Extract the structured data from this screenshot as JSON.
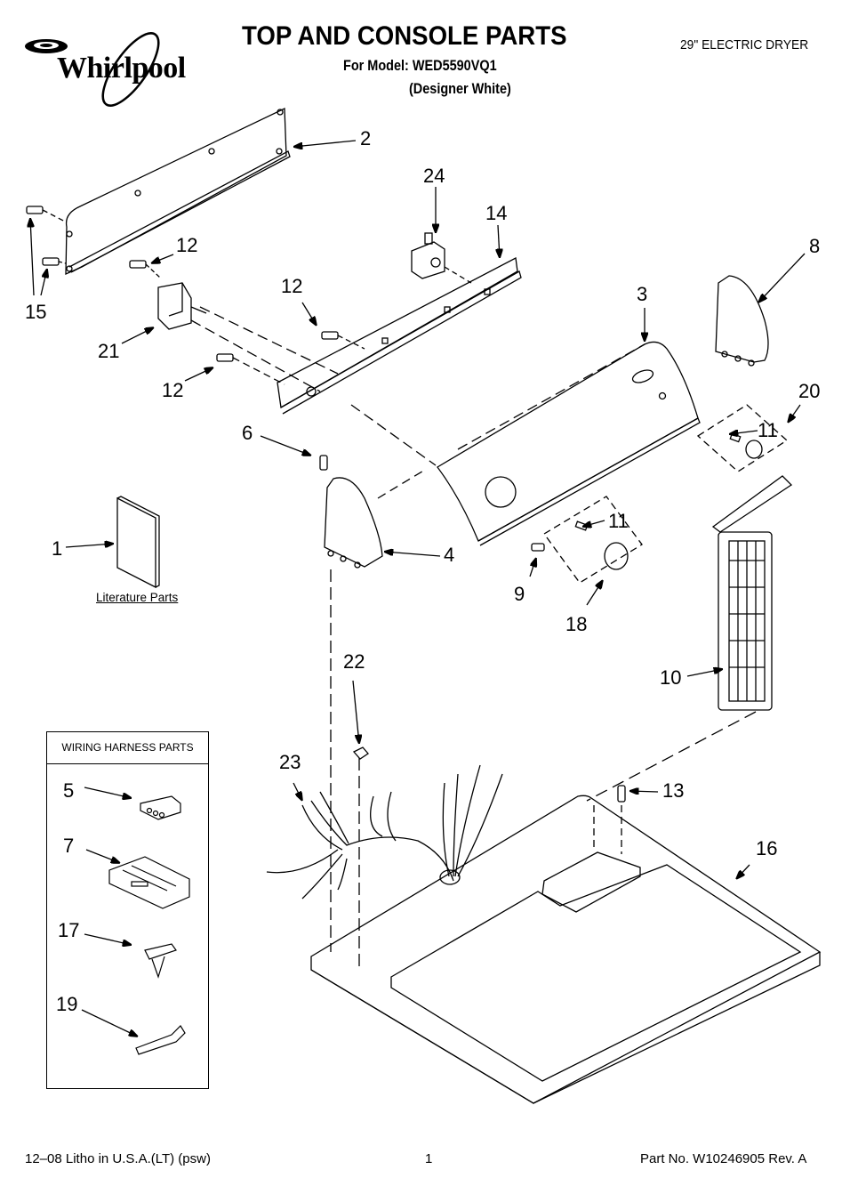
{
  "header": {
    "brand": "Whirlpool",
    "title": "TOP AND CONSOLE PARTS",
    "model_line": "For Model: WED5590VQ1",
    "variant": "(Designer White)",
    "product_type": "29\" ELECTRIC DRYER"
  },
  "literature": {
    "label": "Literature Parts"
  },
  "wiring_harness_box": {
    "title": "WIRING HARNESS PARTS",
    "items": [
      "5",
      "7",
      "17",
      "19"
    ]
  },
  "callouts": {
    "c1": "1",
    "c2": "2",
    "c3": "3",
    "c4": "4",
    "c5": "5",
    "c6": "6",
    "c7": "7",
    "c8": "8",
    "c9": "9",
    "c10": "10",
    "c11a": "11",
    "c11b": "11",
    "c12a": "12",
    "c12b": "12",
    "c12c": "12",
    "c13": "13",
    "c14": "14",
    "c15": "15",
    "c16": "16",
    "c17": "17",
    "c18": "18",
    "c19": "19",
    "c20": "20",
    "c21": "21",
    "c22": "22",
    "c23": "23",
    "c24": "24"
  },
  "footer": {
    "left": "12–08 Litho in U.S.A.(LT) (psw)",
    "page": "1",
    "part_no": "Part No. W10246905 Rev. A"
  }
}
